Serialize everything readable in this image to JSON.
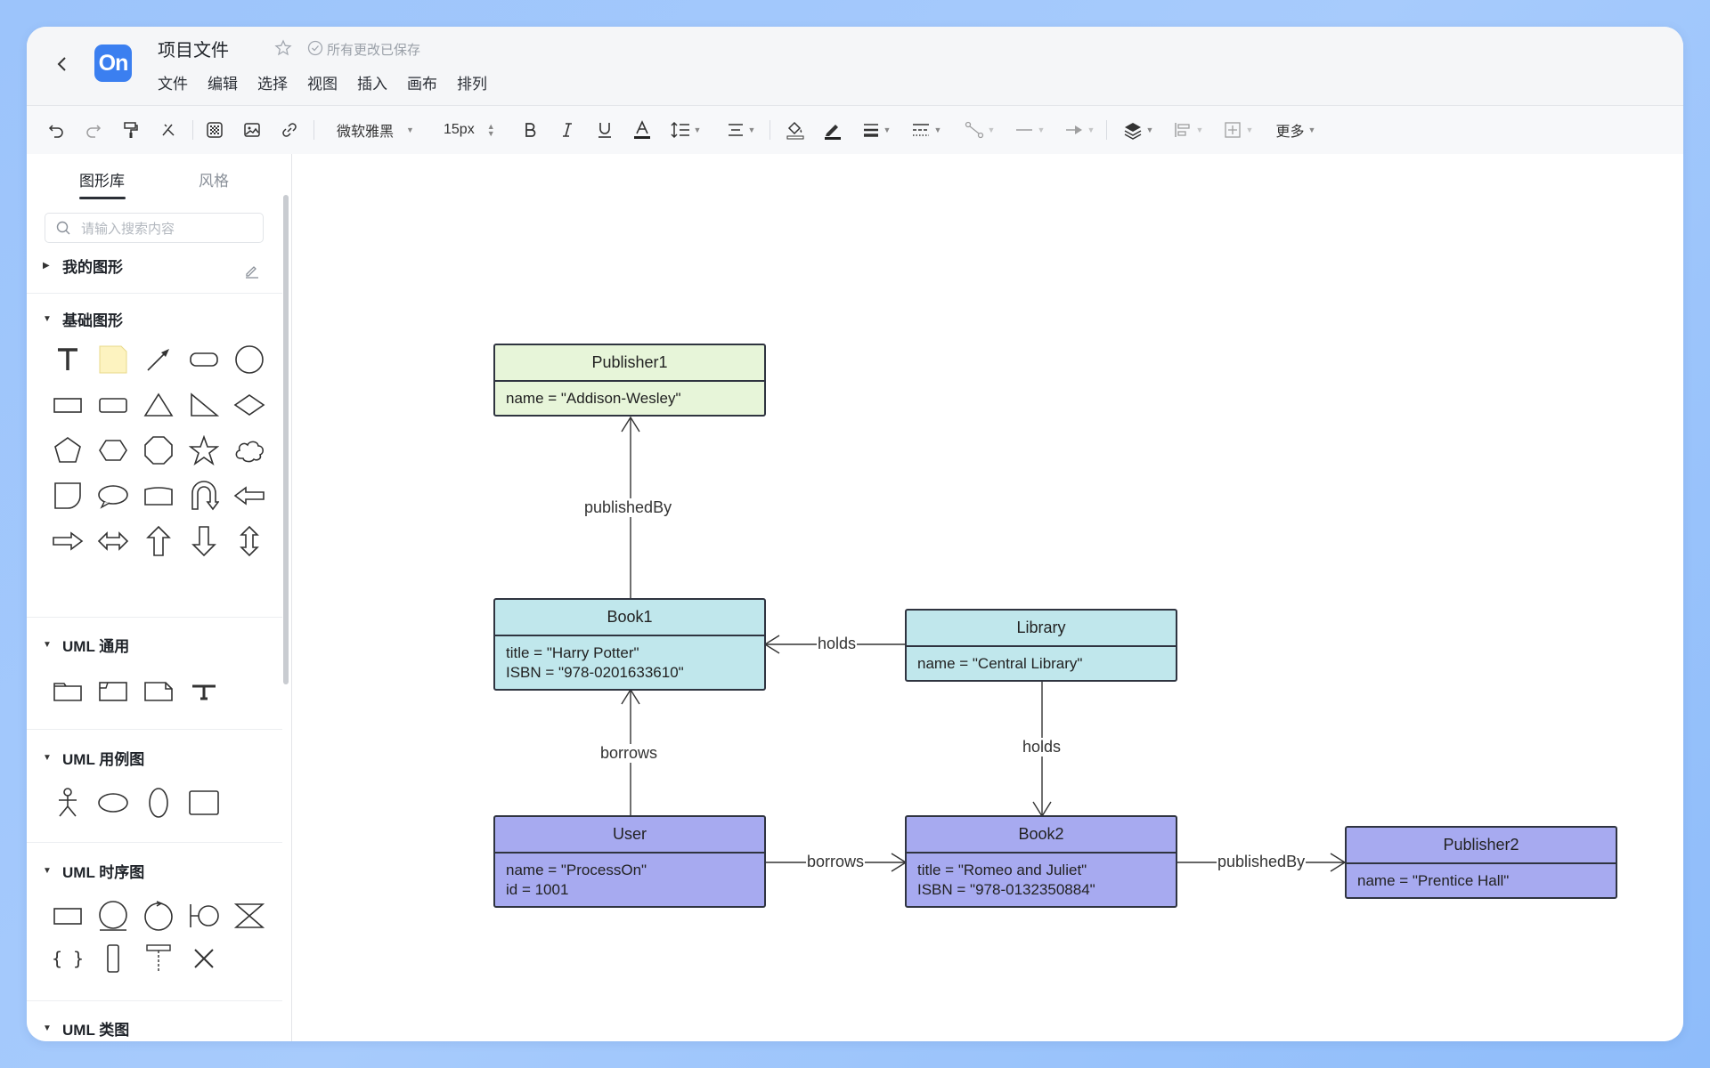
{
  "header": {
    "title": "项目文件",
    "save_status": "所有更改已保存",
    "logo_text": "On",
    "menu": [
      "文件",
      "编辑",
      "选择",
      "视图",
      "插入",
      "画布",
      "排列"
    ]
  },
  "toolbar": {
    "font_family": "微软雅黑",
    "font_size": "15px",
    "more_label": "更多"
  },
  "sidebar": {
    "tabs": [
      "图形库",
      "风格"
    ],
    "search_placeholder": "请输入搜索内容",
    "sections": [
      "我的图形",
      "基础图形",
      "UML 通用",
      "UML 用例图",
      "UML 时序图",
      "UML 类图"
    ]
  },
  "diagram": {
    "nodes": {
      "publisher1": {
        "title": "Publisher1",
        "lines": [
          "name = \"Addison-Wesley\""
        ],
        "color": "#e7f5d9"
      },
      "book1": {
        "title": "Book1",
        "lines": [
          "title = \"Harry Potter\"",
          "ISBN = \"978-0201633610\""
        ],
        "color": "#c0e7ec"
      },
      "library": {
        "title": "Library",
        "lines": [
          "name = \"Central Library\""
        ],
        "color": "#c0e7ec"
      },
      "user": {
        "title": "User",
        "lines": [
          "name = \"ProcessOn\"",
          "id = 1001"
        ],
        "color": "#a7aaf0"
      },
      "book2": {
        "title": "Book2",
        "lines": [
          "title = \"Romeo and Juliet\"",
          "ISBN = \"978-0132350884\""
        ],
        "color": "#a7aaf0"
      },
      "publisher2": {
        "title": "Publisher2",
        "lines": [
          "name = \"Prentice Hall\""
        ],
        "color": "#a7aaf0"
      }
    },
    "edges": {
      "book1_publisher1": "publishedBy",
      "library_book1": "holds",
      "user_book1": "borrows",
      "library_book2": "holds",
      "user_book2": "borrows",
      "book2_publisher2": "publishedBy"
    }
  }
}
